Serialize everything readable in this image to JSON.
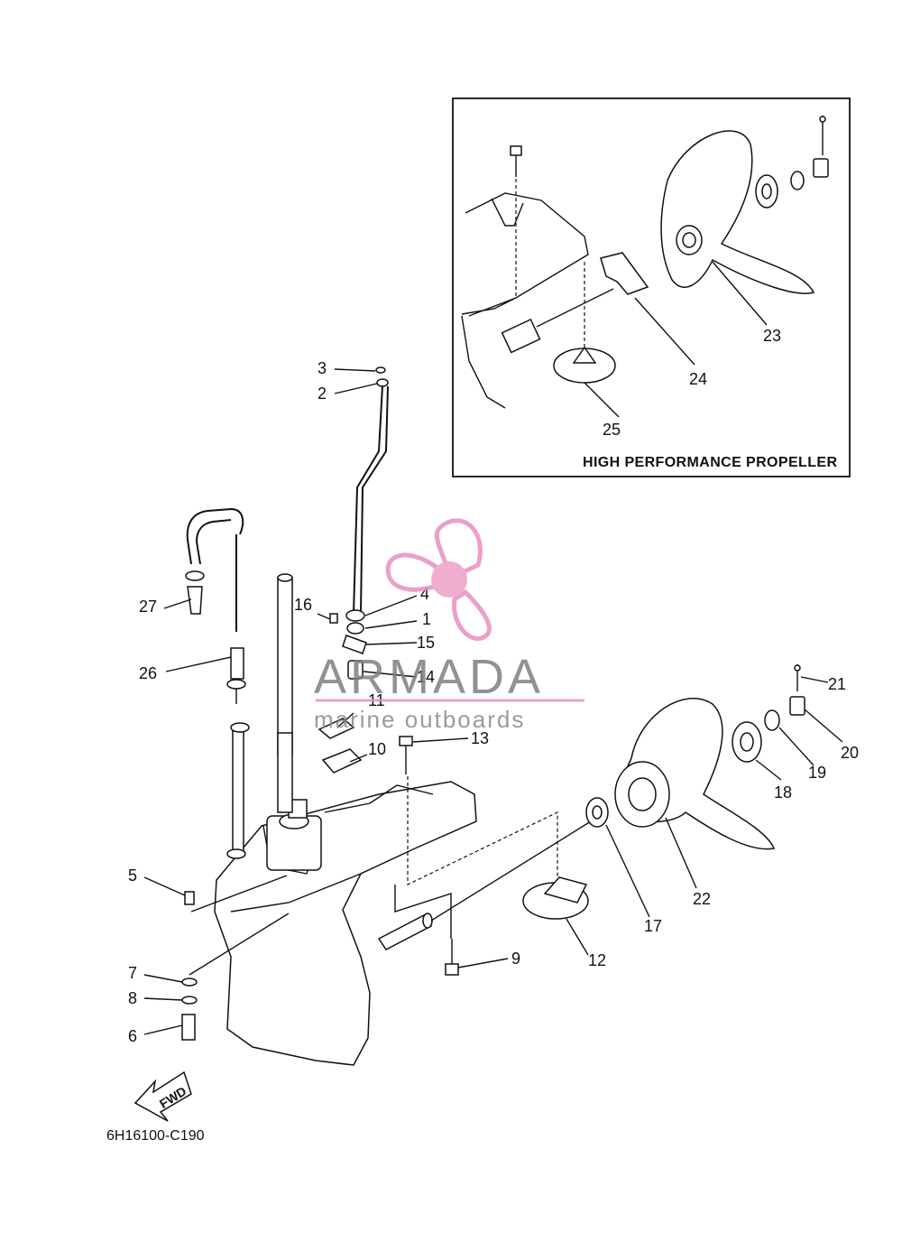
{
  "diagram": {
    "drawing_code": "6H16100-C190",
    "inset_title": "HIGH PERFORMANCE PROPELLER",
    "watermark": {
      "brand": "ARMADA",
      "tagline": "marine outboards"
    },
    "fwd_label": "FWD",
    "part_labels": [
      "1",
      "2",
      "3",
      "4",
      "5",
      "6",
      "7",
      "8",
      "9",
      "10",
      "11",
      "12",
      "13",
      "14",
      "15",
      "16",
      "17",
      "18",
      "19",
      "20",
      "21",
      "22",
      "23",
      "24",
      "25",
      "26",
      "27"
    ],
    "colors": {
      "ink": "#111111",
      "watermark_pink": "#e98fbf",
      "watermark_grey": "#7f7f7f"
    }
  }
}
